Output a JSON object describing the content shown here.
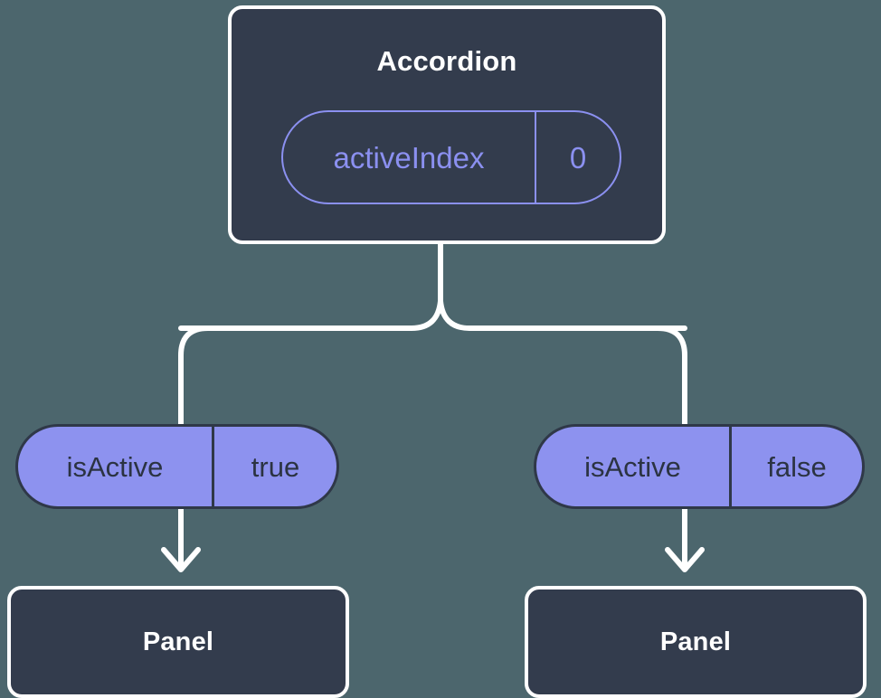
{
  "diagram": {
    "type": "component-state-flow",
    "background_color": "#4c666d",
    "root": {
      "title": "Accordion",
      "state_pill": {
        "key": "activeIndex",
        "value": "0",
        "style": "outlined",
        "accent_color": "#8b90f0"
      }
    },
    "branches": [
      {
        "side": "left",
        "prop_pill": {
          "key": "isActive",
          "value": "true",
          "style": "filled",
          "fill_color": "#8d92ef",
          "text_color": "#2b3342"
        },
        "target": {
          "title": "Panel"
        },
        "arrow_icon": "arrow-down-icon"
      },
      {
        "side": "right",
        "prop_pill": {
          "key": "isActive",
          "value": "false",
          "style": "filled",
          "fill_color": "#8d92ef",
          "text_color": "#2b3342"
        },
        "target": {
          "title": "Panel"
        },
        "arrow_icon": "arrow-down-icon"
      }
    ],
    "connector_color": "#ffffff",
    "node_fill_color": "#333c4d",
    "node_border_color": "#ffffff"
  }
}
